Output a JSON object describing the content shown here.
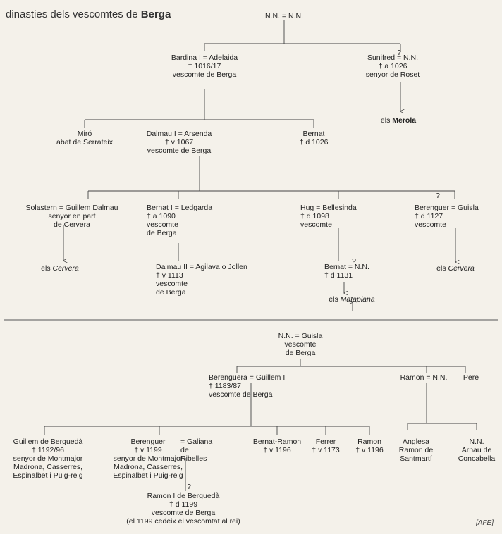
{
  "title": {
    "prefix": "dinasties dels vescomtes de ",
    "bold": "Berga"
  },
  "credit": "[AFE]",
  "persons": {
    "nn_root": [
      "N.N. = N.N."
    ],
    "bardina": [
      "Bardina I = Adelaida",
      "† 1016/17",
      "vescomte de Berga"
    ],
    "sunifred": [
      "Sunifred = N.N.",
      "† a 1026",
      "senyor de Roset"
    ],
    "merola": [
      "els Merola"
    ],
    "miro": [
      "Miró",
      "abat de Serrateix"
    ],
    "dalmau1": [
      "Dalmau I = Arsenda",
      "† v 1067",
      "vescomte de Berga"
    ],
    "bernat_d1026": [
      "Bernat",
      "† d 1026"
    ],
    "solastern": [
      "Solastern = Guillem Dalmau",
      "senyor en part",
      "de Cervera"
    ],
    "bernat1": [
      "Bernat I = Ledgarda",
      "† a 1090",
      "vescomte",
      "de Berga"
    ],
    "hug": [
      "Hug = Bellesinda",
      "† d 1098",
      "vescomte"
    ],
    "berenguer_guisla": [
      "Berenguer = Guisla",
      "† d 1127",
      "vescomte"
    ],
    "cervera1": [
      "els Cervera"
    ],
    "dalmau2": [
      "Dalmau II = Agilava o Jollen",
      "† v 1113",
      "vescomte",
      "de Berga"
    ],
    "bernat_nn": [
      "Bernat = N.N.",
      "† d 1131"
    ],
    "cervera2": [
      "els Cervera"
    ],
    "mataplana": [
      "els Mataplana"
    ],
    "nn_guisla": [
      "N.N. = Guisla",
      "vescomte",
      "de Berga"
    ],
    "berenguera": [
      "Berenguera = Guillem I",
      "† 1183/87",
      "vescomte de Berga"
    ],
    "ramon_nn": [
      "Ramon = N.N."
    ],
    "pere": [
      "Pere"
    ],
    "guillem_bergueda": [
      "Guillem de Berguedà",
      "† 1192/96",
      "senyor de Montmajor",
      "Madrona, Casserres,",
      "Espinalbet i Puig-reig"
    ],
    "berenguer_galiana": [
      "Berenguer",
      "† v 1199",
      "senyor de Montmajor",
      "Madrona, Casserres,",
      "Espinalbet i Puig-reig"
    ],
    "galiana": [
      "= Galiana",
      "de",
      "Ribelles"
    ],
    "bernat_ramon": [
      "Bernat-Ramon",
      "† v 1196"
    ],
    "ferrer": [
      "Ferrer",
      "† v 1173"
    ],
    "ramon_v1196": [
      "Ramon",
      "† v 1196"
    ],
    "anglesa": [
      "Anglesa",
      "Ramon de",
      "Santmartí"
    ],
    "arnau": [
      "N.N.",
      "Arnau de",
      "Concabella"
    ],
    "ramon_bergueda": [
      "Ramon I de Berguedà",
      "† d 1199",
      "vescomte de Berga",
      "(el 1199 cedeix el vescomtat al rei)"
    ]
  },
  "uncertain_marks": {
    "sunifred": "?",
    "berenguer_guisla": "?",
    "bernat_nn": "?",
    "ramon_bergueda": "?"
  }
}
